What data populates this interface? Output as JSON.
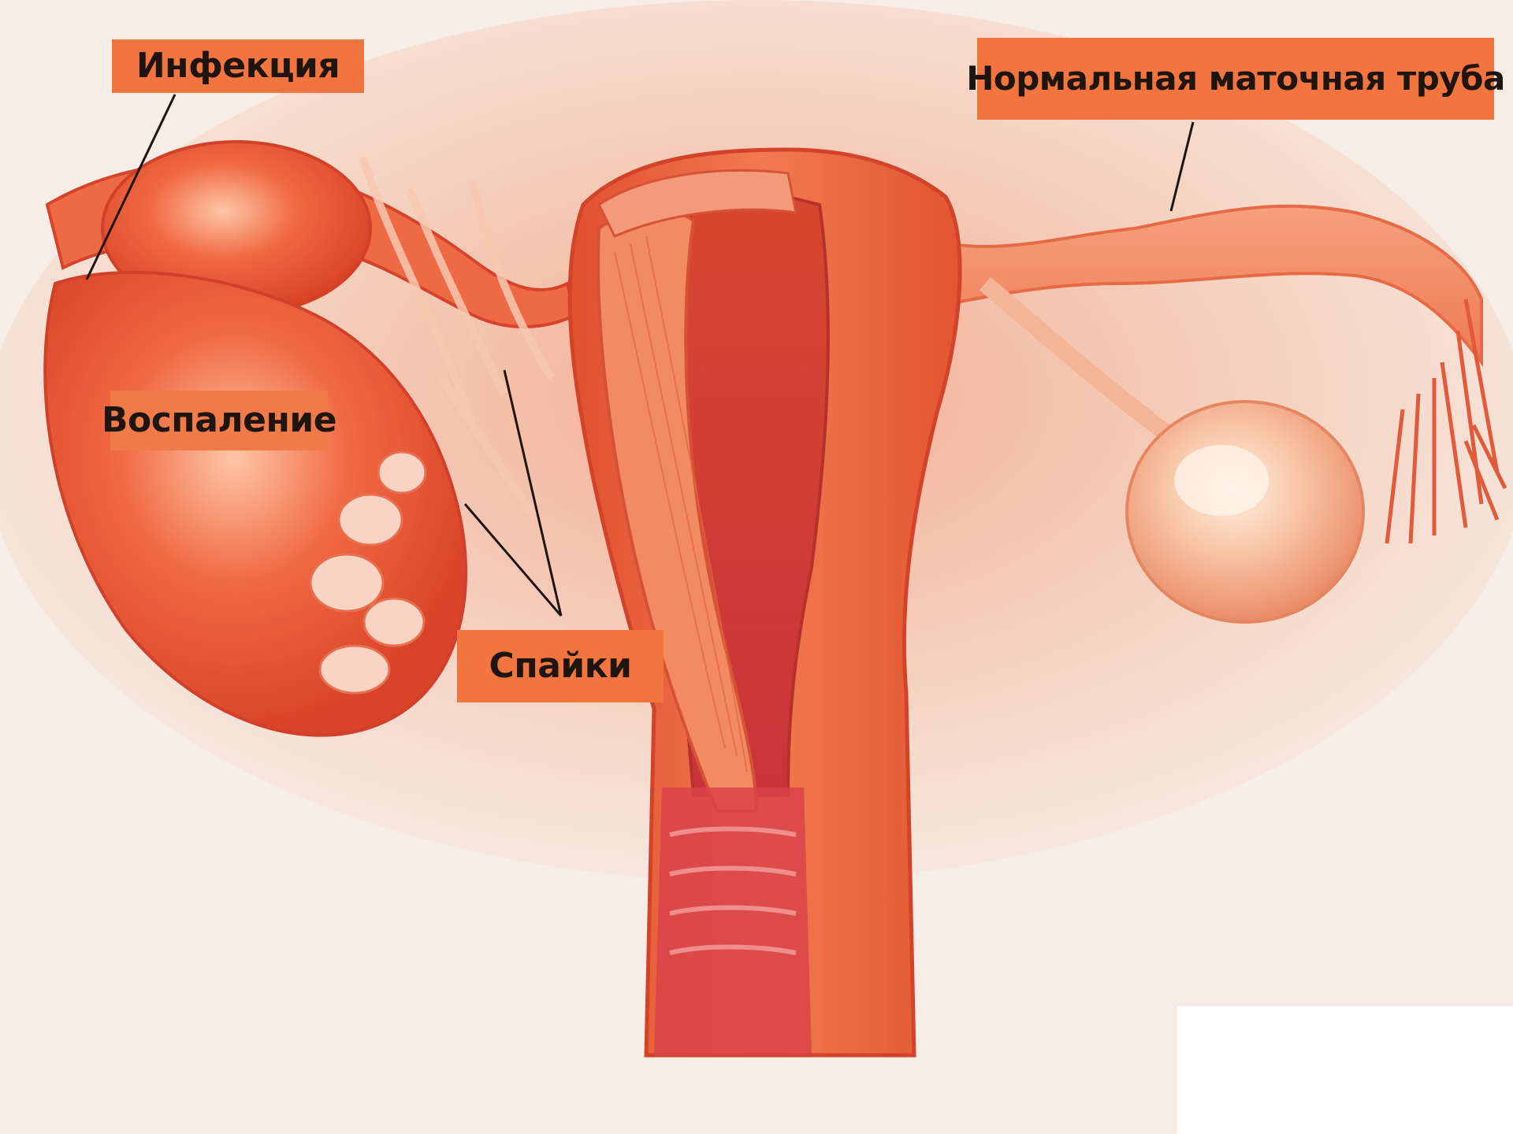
{
  "labels": {
    "infection": "Инфекция",
    "normal_tube": "Нормальная маточная труба",
    "inflammation": "Воспаление",
    "adhesions": "Спайки"
  },
  "colors": {
    "label_bg": "#f2743e",
    "label_text": "#1e1410",
    "tissue_dark": "#d9452a",
    "tissue_mid": "#ee6a45",
    "tissue_light": "#f7a17a",
    "background": "#f6ede6"
  }
}
